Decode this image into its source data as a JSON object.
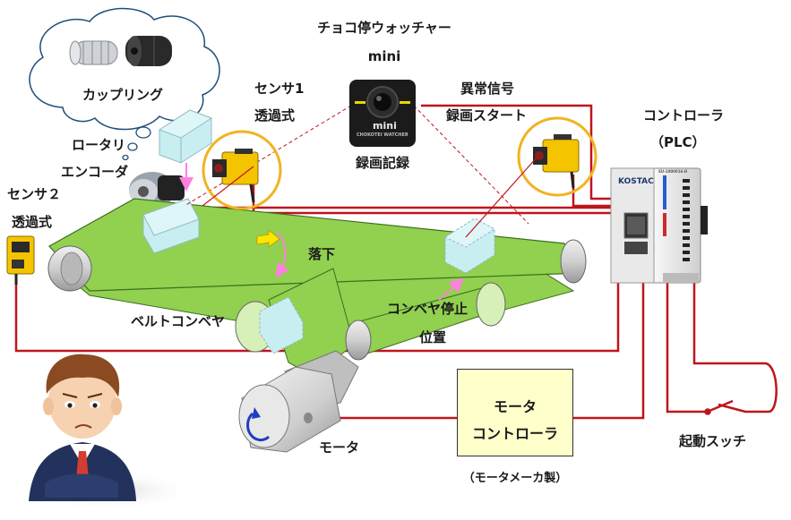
{
  "camera": {
    "title_line1": "チョコ停ウォッチャー",
    "title_line2": "mini",
    "record_label": "録画記録",
    "face_logo": "mini",
    "face_sub": "CHOKOTEI WATCHER"
  },
  "thought_bubble": {
    "label": "カップリング"
  },
  "rotary_encoder": {
    "label_line1": "ロータリ",
    "label_line2": "エンコーダ"
  },
  "sensor1": {
    "label_line1": "センサ1",
    "label_line2": "透過式"
  },
  "sensor2": {
    "label_line1": "センサ２",
    "label_line2": "透過式"
  },
  "abnormal_signal": {
    "label_line1": "異常信号",
    "label_line2": "録画スタート"
  },
  "controller": {
    "label_line1": "コントローラ",
    "label_line2": "（PLC）",
    "brand": "KOSTAC",
    "model": "SU-1000016-D"
  },
  "conveyor": {
    "fall_label": "落下",
    "belt_label": "ベルトコンベヤ",
    "stop_label_line1": "コンベヤ停止",
    "stop_label_line2": "位置"
  },
  "motor": {
    "label": "モータ"
  },
  "motor_controller": {
    "label_line1": "モータ",
    "label_line2": "コントローラ",
    "maker_label": "（モータメーカ製）"
  },
  "start_switch": {
    "label": "起動スッチ"
  },
  "colors": {
    "signal_wire": "#c0141c",
    "belt_green": "#92d050",
    "sensor_ring": "#f2b320",
    "sensor_body": "#f5c400",
    "package": "#c8eef2",
    "controller_box": "#ffffcc",
    "arrow_pink": "#ff80e0",
    "arrow_yellow": "#ffe600"
  }
}
